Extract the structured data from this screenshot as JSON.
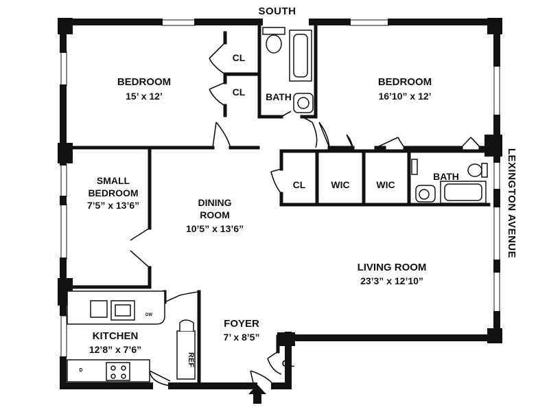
{
  "compass": {
    "top_street": "SOUTH",
    "right_street": "LEXINGTON AVENUE"
  },
  "rooms": {
    "bedroom1": {
      "name": "BEDROOM",
      "dims": "15’ x 12’"
    },
    "bedroom2": {
      "name": "BEDROOM",
      "dims": "16’10” x 12’"
    },
    "small_bedroom": {
      "name_line1": "SMALL",
      "name_line2": "BEDROOM",
      "dims": "7’5” x 13’6”"
    },
    "dining": {
      "name_line1": "DINING",
      "name_line2": "ROOM",
      "dims": "10’5” x 13’6”"
    },
    "living": {
      "name": "LIVING ROOM",
      "dims": "23’3” x 12’10”"
    },
    "kitchen": {
      "name": "KITCHEN",
      "dims": "12’8” x 7’6”"
    },
    "foyer": {
      "name": "FOYER",
      "dims": "7’ x 8’5”"
    }
  },
  "closets": {
    "cl_top": "CL",
    "cl_mid": "CL",
    "cl_hall": "CL",
    "wic1": "WIC",
    "wic2": "WIC",
    "cl_foyer": "CL"
  },
  "baths": {
    "bath1": "BATH",
    "bath2": "BATH"
  },
  "appliances": {
    "ref": "REF",
    "dw": "DW",
    "d": "D"
  },
  "icons": {
    "entry": "entry-arrow-icon"
  }
}
